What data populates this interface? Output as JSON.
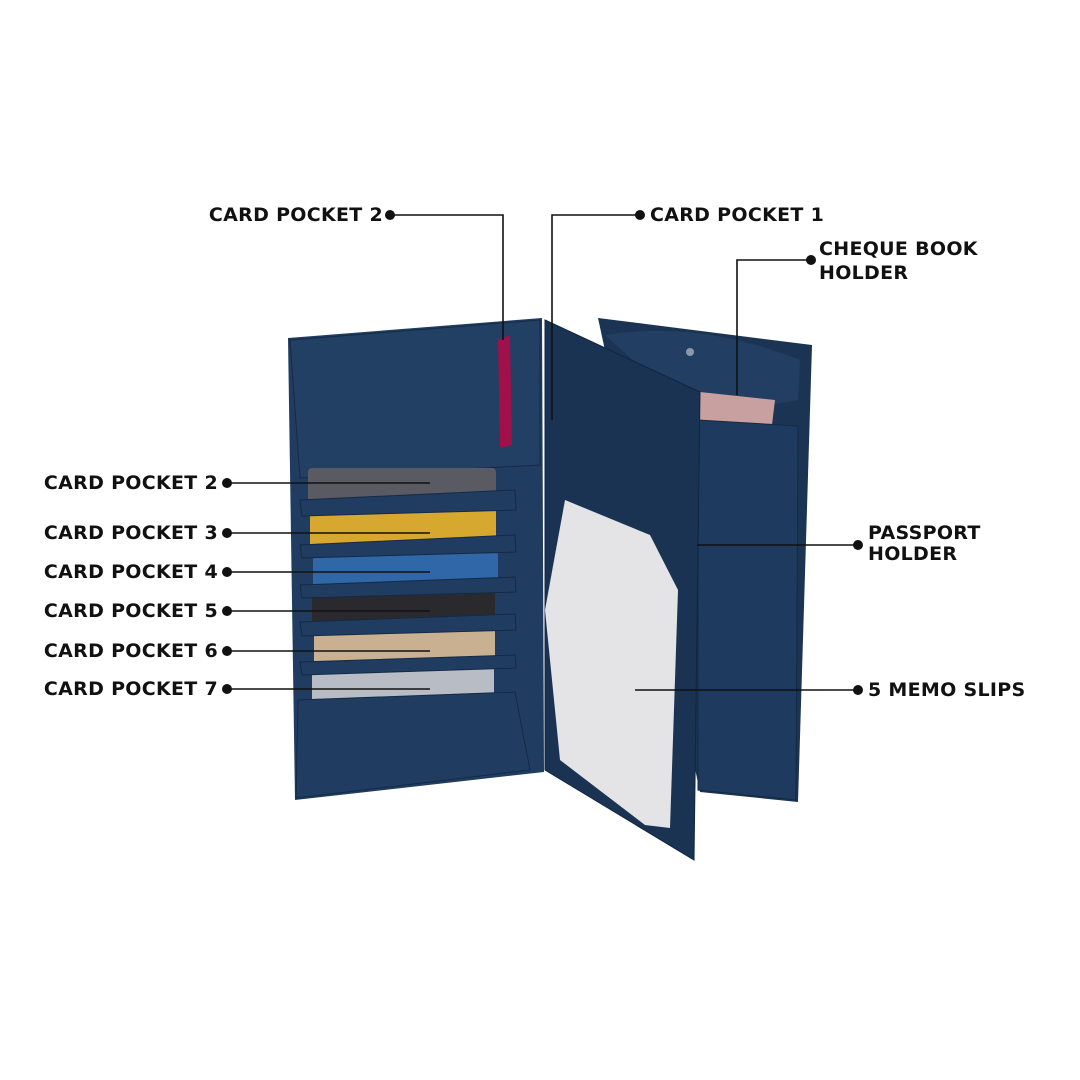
{
  "labels": {
    "top_card_pocket_2": "CARD POCKET 2",
    "top_card_pocket_1": "CARD POCKET 1",
    "cheque_line1": "CHEQUE BOOK",
    "cheque_line2": "HOLDER",
    "left": [
      "CARD POCKET 2",
      "CARD POCKET 3",
      "CARD POCKET 4",
      "CARD POCKET 5",
      "CARD POCKET 6",
      "CARD POCKET 7"
    ],
    "passport_line1": "PASSPORT",
    "passport_line2": "HOLDER",
    "memo": "5 MEMO SLIPS"
  },
  "colors": {
    "leather": "#1f3a5c",
    "leather_dark": "#142a45",
    "accent_pink": "#a0104a",
    "memo": "#e4e4e6"
  }
}
